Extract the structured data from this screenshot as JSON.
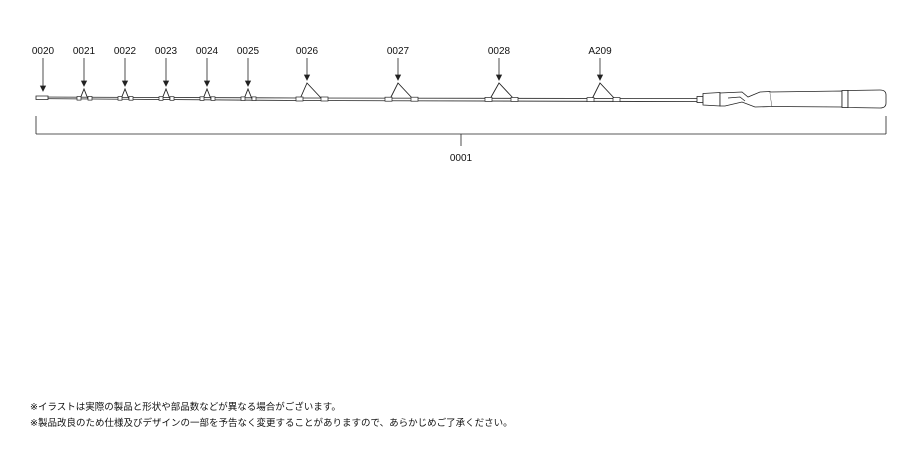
{
  "parts": {
    "guides": [
      {
        "id": "0020"
      },
      {
        "id": "0021"
      },
      {
        "id": "0022"
      },
      {
        "id": "0023"
      },
      {
        "id": "0024"
      },
      {
        "id": "0025"
      },
      {
        "id": "0026"
      },
      {
        "id": "0027"
      },
      {
        "id": "0028"
      },
      {
        "id": "A209"
      }
    ],
    "rod": {
      "id": "0001"
    }
  },
  "notes": [
    "※イラストは実際の製品と形状や部品数などが異なる場合がございます。",
    "※製品改良のため仕様及びデザインの一部を予告なく変更することがありますので、あらかじめご了承ください。"
  ]
}
